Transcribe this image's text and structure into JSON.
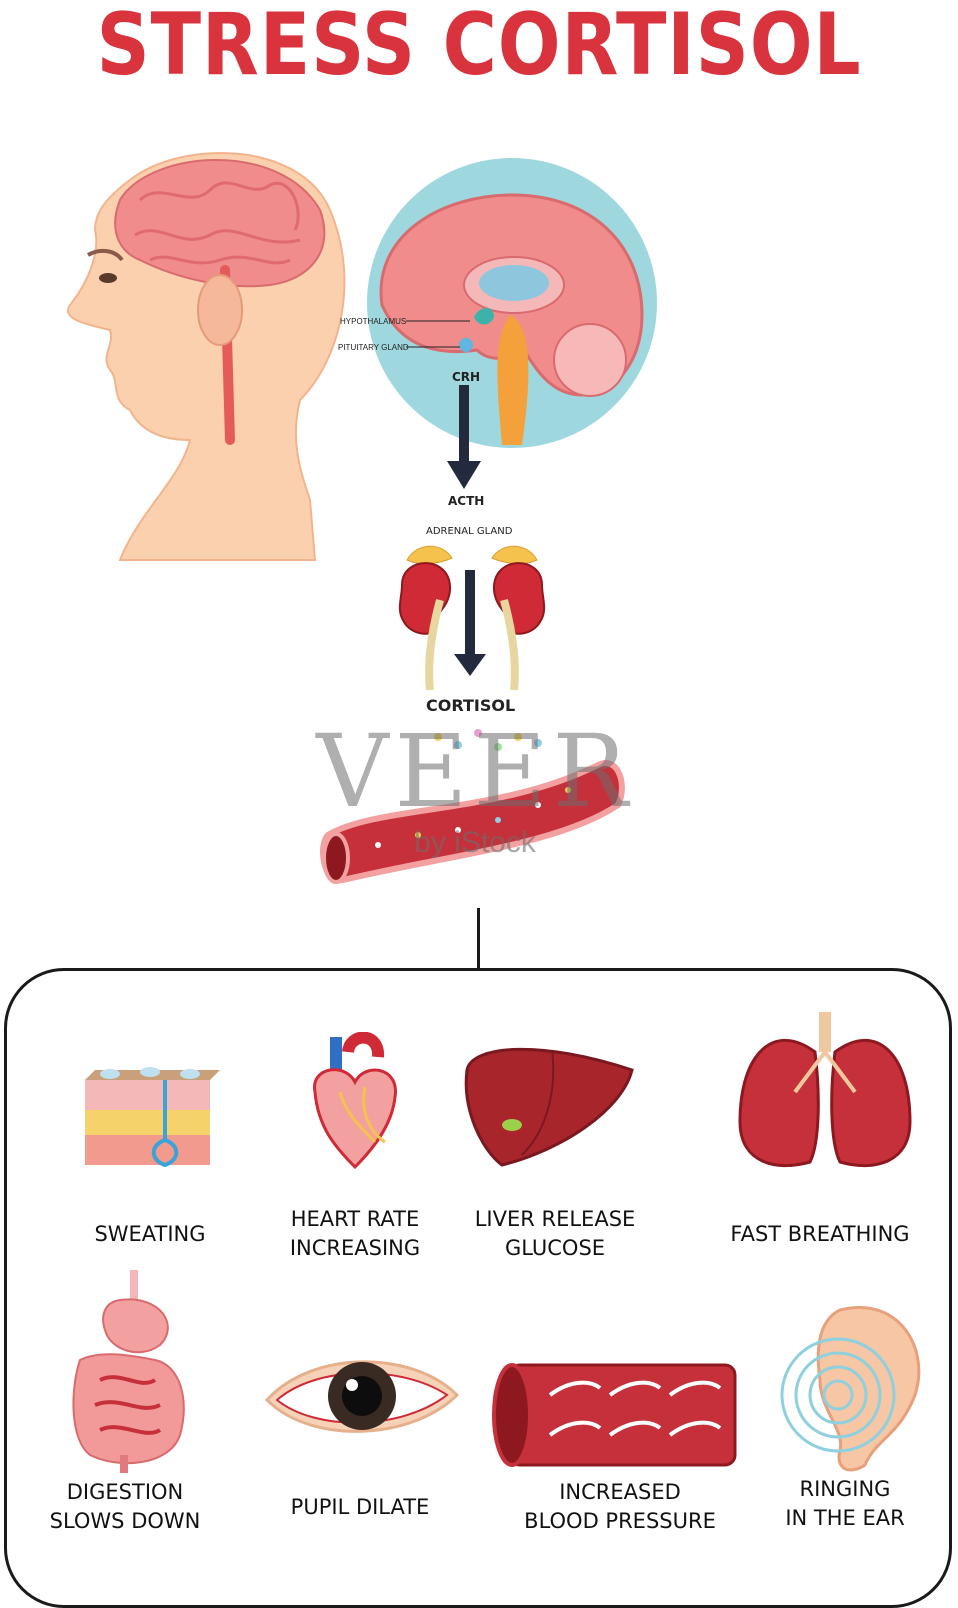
{
  "title": "STRESS CORTISOL",
  "brain_labels": {
    "hypothalamus": "HYPOTHALAMUS",
    "pituitary": "PITUITARY GLAND"
  },
  "flow": {
    "crh": "CRH",
    "acth": "ACTH",
    "adrenal": "ADRENAL GLAND",
    "cortisol": "CORTISOL"
  },
  "effects": [
    {
      "label": "SWEATING",
      "icon": "skin-sweat-gland-icon"
    },
    {
      "label": "HEART RATE\nINCREASING",
      "icon": "heart-icon"
    },
    {
      "label": "LIVER RELEASE\nGLUCOSE",
      "icon": "liver-icon"
    },
    {
      "label": "FAST BREATHING",
      "icon": "lungs-icon"
    },
    {
      "label": "DIGESTION\nSLOWS DOWN",
      "icon": "digestive-system-icon"
    },
    {
      "label": "PUPIL DILATE",
      "icon": "eye-icon"
    },
    {
      "label": "INCREASED\nBLOOD PRESSURE",
      "icon": "blood-vessel-icon"
    },
    {
      "label": "RINGING\nIN THE EAR",
      "icon": "ear-icon"
    }
  ],
  "watermark": {
    "main": "VEER",
    "sub": "by iStock"
  },
  "colors": {
    "title": "#d9343d",
    "brain": "#f08c8c",
    "circle": "#9ed8de",
    "skin": "#fbd0ae",
    "blood": "#b52330",
    "arrow": "#232a3d"
  }
}
